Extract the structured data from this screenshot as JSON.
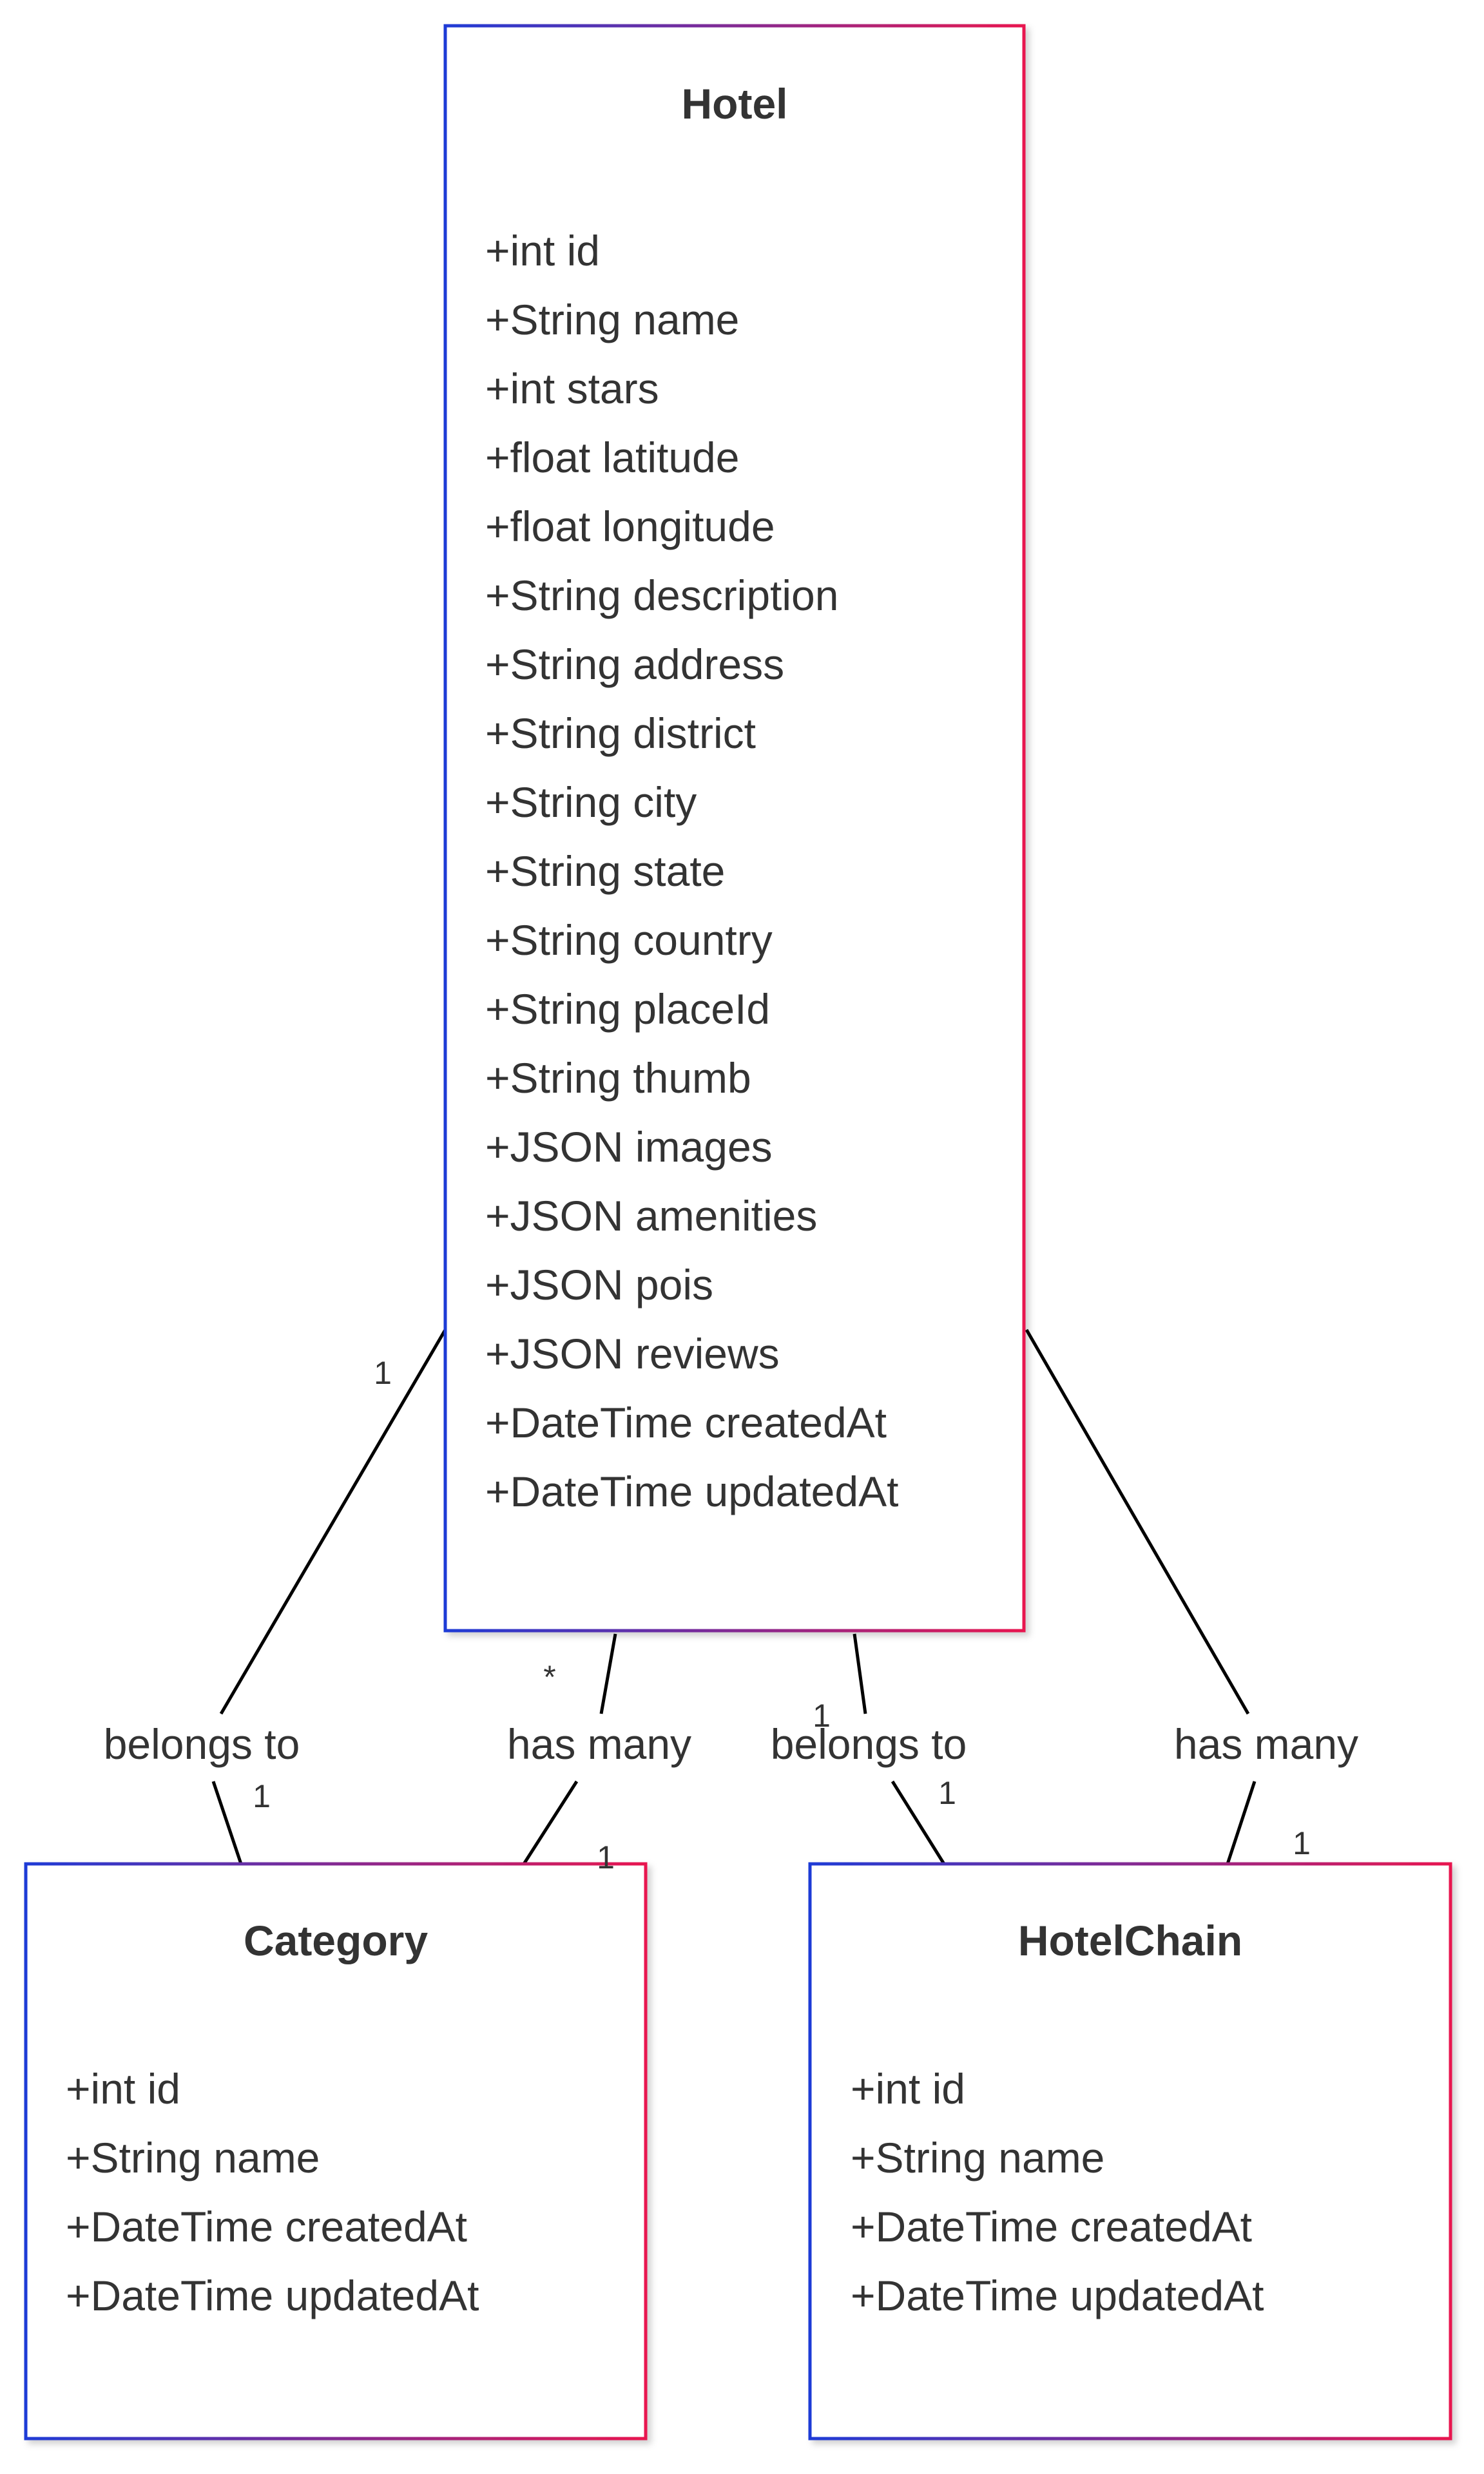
{
  "diagram": {
    "classes": {
      "hotel": {
        "name": "Hotel",
        "attributes": [
          "+int id",
          "+String name",
          "+int stars",
          "+float latitude",
          "+float longitude",
          "+String description",
          "+String address",
          "+String district",
          "+String city",
          "+String state",
          "+String country",
          "+String placeId",
          "+String thumb",
          "+JSON images",
          "+JSON amenities",
          "+JSON pois",
          "+JSON reviews",
          "+DateTime createdAt",
          "+DateTime updatedAt"
        ]
      },
      "category": {
        "name": "Category",
        "attributes": [
          "+int id",
          "+String name",
          "+DateTime createdAt",
          "+DateTime updatedAt"
        ]
      },
      "hotelchain": {
        "name": "HotelChain",
        "attributes": [
          "+int id",
          "+String name",
          "+DateTime createdAt",
          "+DateTime updatedAt"
        ]
      }
    },
    "relations": [
      {
        "label": "belongs to",
        "from": "hotel",
        "to": "category",
        "from_card": "1",
        "to_card": "1"
      },
      {
        "label": "has many",
        "from": "hotel",
        "to": "category",
        "from_card": "*",
        "to_card": "1"
      },
      {
        "label": "belongs to",
        "from": "hotel",
        "to": "hotelchain",
        "from_card": "1",
        "to_card": "1"
      },
      {
        "label": "has many",
        "from": "hotel",
        "to": "hotelchain",
        "from_card": "",
        "to_card": "1"
      }
    ],
    "colors": {
      "border_start": "#1f3bd6",
      "border_end": "#e8174f",
      "text": "#333333",
      "edge": "#000000"
    }
  }
}
